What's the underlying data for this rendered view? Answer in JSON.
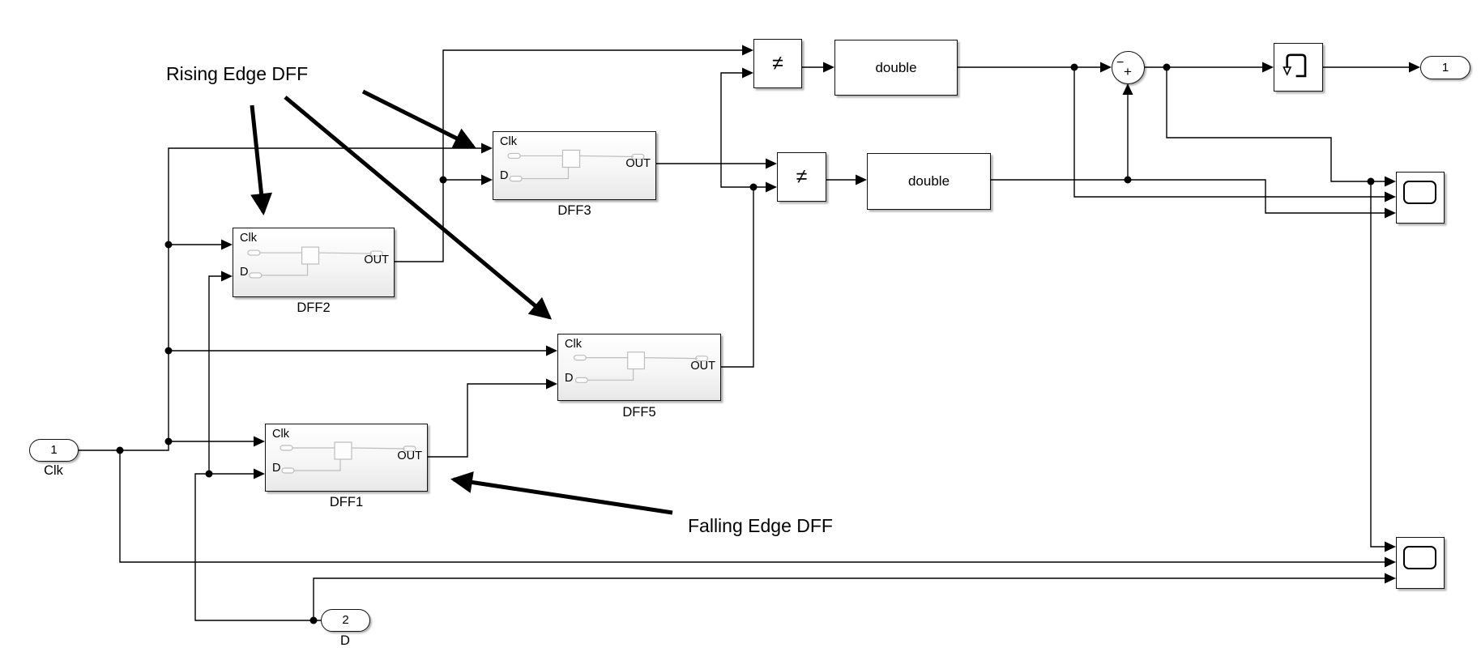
{
  "annotations": {
    "rising_label": "Rising Edge DFF",
    "falling_label": "Falling Edge DFF"
  },
  "ports": {
    "inport_clk": {
      "number": "1",
      "label": "Clk"
    },
    "inport_d": {
      "number": "2",
      "label": "D"
    },
    "outport": {
      "number": "1"
    }
  },
  "dff_port_labels": {
    "clk": "Clk",
    "d": "D",
    "out": "OUT"
  },
  "blocks": {
    "dff1": {
      "label": "DFF1"
    },
    "dff2": {
      "label": "DFF2"
    },
    "dff3": {
      "label": "DFF3"
    },
    "dff5": {
      "label": "DFF5"
    },
    "relational1": {
      "operator": "≠"
    },
    "relational2": {
      "operator": "≠"
    },
    "convert1": {
      "label": "double"
    },
    "convert2": {
      "label": "double"
    },
    "sum": {
      "minus": "−",
      "plus": "+"
    }
  },
  "colors": {
    "wire": "#000000",
    "block_border": "#111111",
    "icon_gray": "#bdbdbd"
  }
}
